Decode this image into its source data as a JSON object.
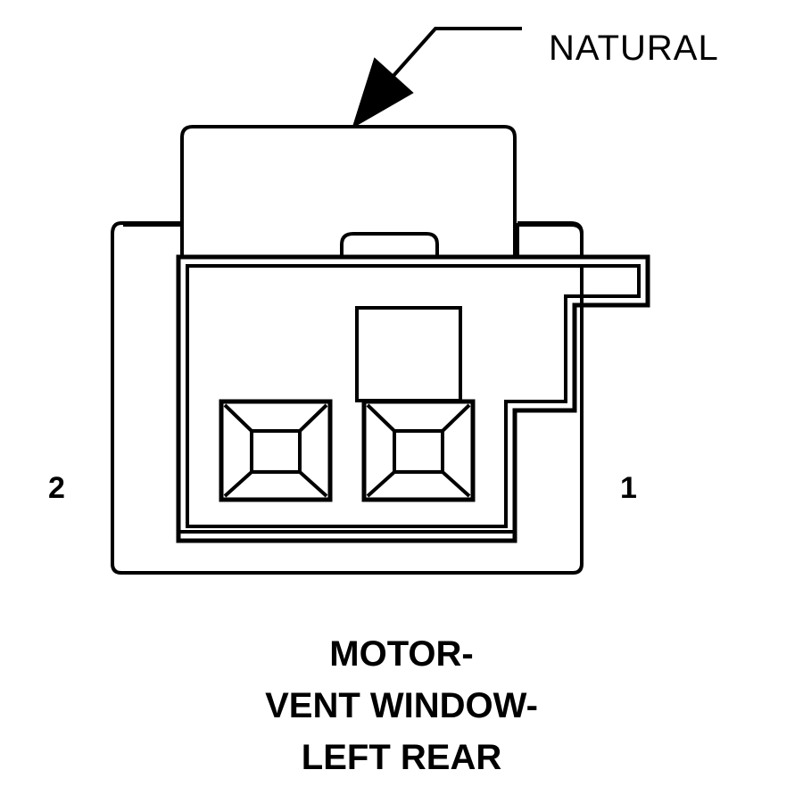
{
  "callout": {
    "label": "NATURAL"
  },
  "pins": {
    "left": "2",
    "right": "1"
  },
  "title": {
    "line1": "MOTOR-",
    "line2": "VENT WINDOW-",
    "line3": "LEFT REAR"
  },
  "colors": {
    "stroke": "#000000",
    "background": "#ffffff"
  }
}
